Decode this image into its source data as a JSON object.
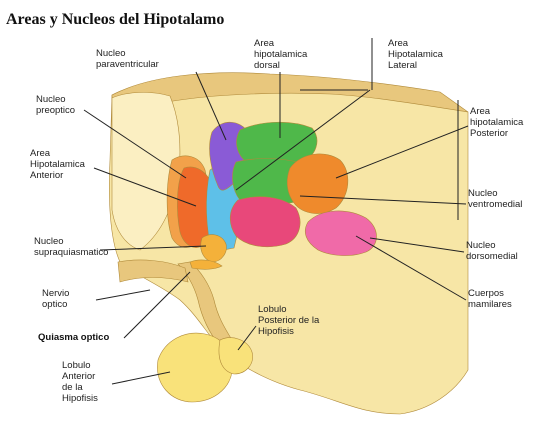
{
  "title": "Areas y Nucleos del Hipotalamo",
  "labels": {
    "paraventricular": [
      "Nucleo",
      "paraventricular"
    ],
    "dorsal_area": [
      "Area",
      "hipotalamica",
      "dorsal"
    ],
    "lateral_area": [
      "Area",
      "Hipotalamica",
      "Lateral"
    ],
    "preoptic": [
      "Nucleo",
      "preoptico"
    ],
    "posterior_area": [
      "Area",
      "hipotalamica",
      "Posterior"
    ],
    "anterior_area": [
      "Area",
      "Hipotalamica",
      "Anterior"
    ],
    "ventromedial": [
      "Nucleo",
      "ventromedial"
    ],
    "suprachiasmatic": [
      "Nucleo",
      "supraquiasmatico"
    ],
    "dorsomedial": [
      "Nucleo",
      "dorsomedial"
    ],
    "optic_nerve": [
      "Nervio",
      "optico"
    ],
    "mammillary": [
      "Cuerpos",
      "mamilares"
    ],
    "chiasm": [
      "Quiasma optico"
    ],
    "posterior_lobe": [
      "Lobulo",
      "Posterior de la",
      "Hipofisis"
    ],
    "anterior_lobe": [
      "Lobulo",
      "Anterior",
      "de la",
      "Hipofisis"
    ]
  },
  "colors": {
    "background": "#ffffff",
    "tissue": "#f7e6a6",
    "tissue_dark": "#e8c77d",
    "paraventricular": "#8a5bd6",
    "dorsal_area": "#4fb84a",
    "posterior_area": "#ef8a2c",
    "anterior_area": "#ef6a2a",
    "preoptic": "#f2a14a",
    "ventromedial": "#e8487a",
    "dorsomedial": "#4fb84a",
    "suprachiasmatic": "#f4b13a",
    "mammillary": "#f06aa8",
    "lateral_area": "#5ec0e8",
    "pituitary": "#f9e27a"
  }
}
